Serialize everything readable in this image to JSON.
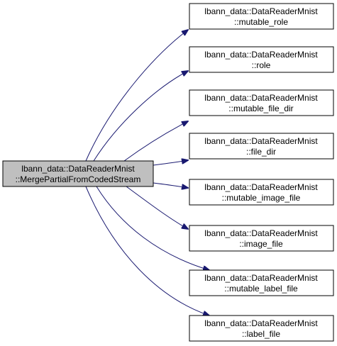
{
  "colors": {
    "background": "#ffffff",
    "node_border": "#000000",
    "node_fill": "#ffffff",
    "source_fill": "#bfbfbf",
    "edge": "#191970",
    "text": "#000000"
  },
  "source": {
    "line1": "lbann_data::DataReaderMnist",
    "line2": "::MergePartialFromCodedStream"
  },
  "targets": [
    {
      "line1": "lbann_data::DataReaderMnist",
      "line2": "::mutable_role"
    },
    {
      "line1": "lbann_data::DataReaderMnist",
      "line2": "::role"
    },
    {
      "line1": "lbann_data::DataReaderMnist",
      "line2": "::mutable_file_dir"
    },
    {
      "line1": "lbann_data::DataReaderMnist",
      "line2": "::file_dir"
    },
    {
      "line1": "lbann_data::DataReaderMnist",
      "line2": "::mutable_image_file"
    },
    {
      "line1": "lbann_data::DataReaderMnist",
      "line2": "::image_file"
    },
    {
      "line1": "lbann_data::DataReaderMnist",
      "line2": "::mutable_label_file"
    },
    {
      "line1": "lbann_data::DataReaderMnist",
      "line2": "::label_file"
    }
  ]
}
